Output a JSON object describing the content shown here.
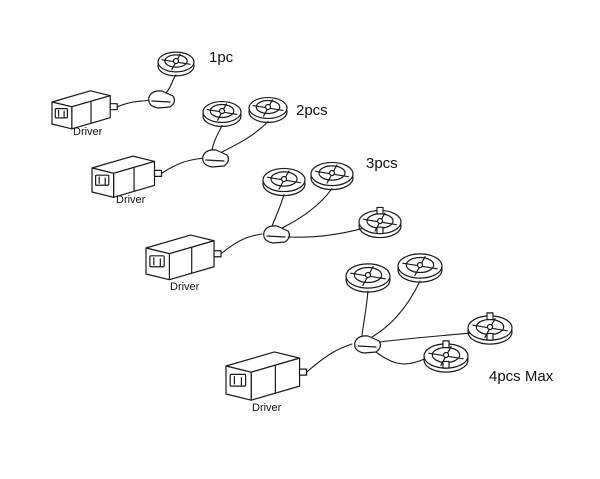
{
  "diagram": {
    "kits": [
      {
        "quantity_label": "1pc",
        "driver_label": "Driver",
        "light_count": 1
      },
      {
        "quantity_label": "2pcs",
        "driver_label": "Driver",
        "light_count": 2
      },
      {
        "quantity_label": "3pcs",
        "driver_label": "Driver",
        "light_count": 3
      },
      {
        "quantity_label": "4pcs Max",
        "driver_label": "Driver",
        "light_count": 4
      }
    ],
    "colors": {
      "ink": "#1a1a1a",
      "background": "#ffffff"
    }
  }
}
